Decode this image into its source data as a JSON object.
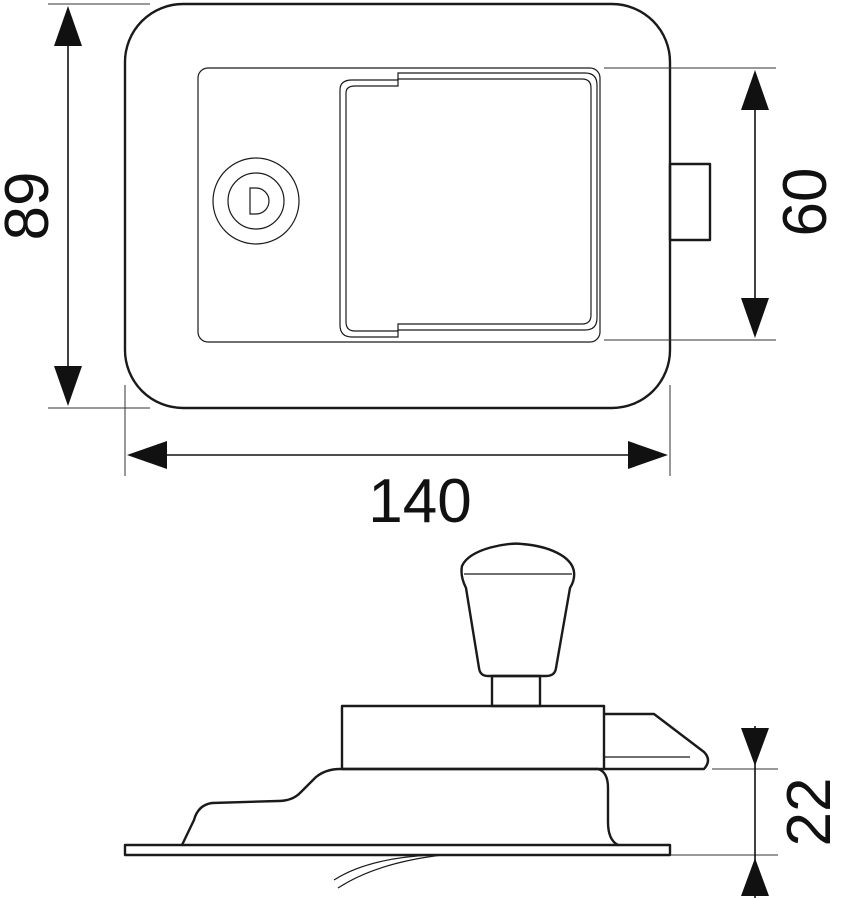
{
  "dimensions": {
    "height": "89",
    "handle_height": "60",
    "width": "140",
    "depth": "22"
  },
  "colors": {
    "line": "#1a1a1a",
    "background": "#ffffff"
  }
}
